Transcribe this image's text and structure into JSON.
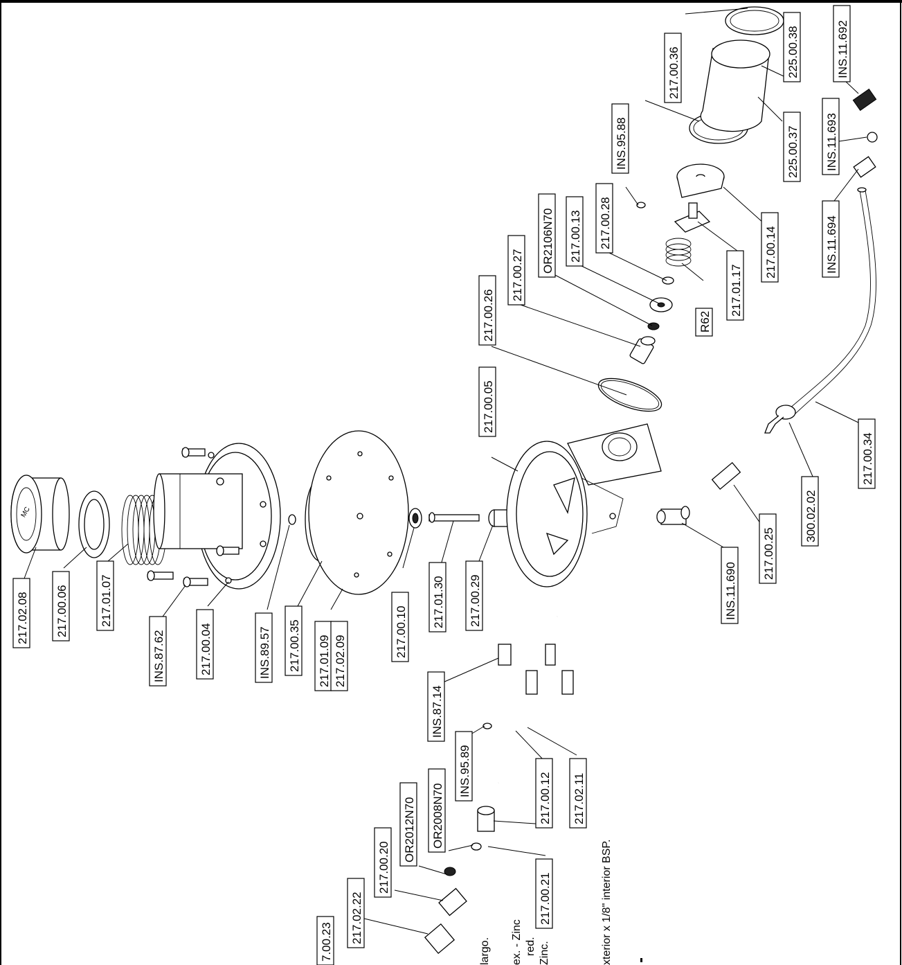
{
  "labels": {
    "l_217_02_08": "217.02.08",
    "l_217_00_06": "217.00.06",
    "l_217_01_07": "217.01.07",
    "l_INS_87_62": "INS.87.62",
    "l_217_00_04": "217.00.04",
    "l_INS_89_57": "INS.89.57",
    "l_217_00_35": "217.00.35",
    "l_217_01_09": "217.01.09",
    "l_217_02_09": "217.02.09",
    "l_217_00_10": "217.00.10",
    "l_217_01_30": "217.01.30",
    "l_217_00_29": "217.00.29",
    "l_217_00_05": "217.00.05",
    "l_217_00_26": "217.00.26",
    "l_217_00_27": "217.00.27",
    "l_OR2106N70": "OR2106N70",
    "l_217_00_13": "217.00.13",
    "l_217_00_28": "217.00.28",
    "l_INS_95_88": "INS.95.88",
    "l_217_00_36": "217.00.36",
    "l_225_00_38": "225.00.38",
    "l_225_00_37": "225.00.37",
    "l_INS_11_692": "INS.11.692",
    "l_INS_11_693": "INS.11.693",
    "l_217_00_14": "217.00.14",
    "l_217_01_17": "217.01.17",
    "l_R62": "R62",
    "l_INS_11_694": "INS.11.694",
    "l_217_00_34": "217.00.34",
    "l_300_02_02": "300.02.02",
    "l_217_00_25": "217.00.25",
    "l_INS_11_690": "INS.11.690",
    "l_INS_87_14": "INS.87.14",
    "l_INS_95_89": "INS.95.89",
    "l_217_00_12": "217.00.12",
    "l_217_02_11": "217.02.11",
    "l_OR2008N70": "OR2008N70",
    "l_OR2012N70": "OR2012N70",
    "l_217_00_20": "217.00.20",
    "l_217_02_22": "217.02.22",
    "l_7_00_23": "7.00.23",
    "l_217_00_21": "217.00.21"
  },
  "notes": {
    "largo": "largo.",
    "zinc_ex": "ex. - Zinc",
    "red": "red.",
    "zinc_2": "Zinc.",
    "bsp": "xterior x 1/8\" interior BSP."
  }
}
